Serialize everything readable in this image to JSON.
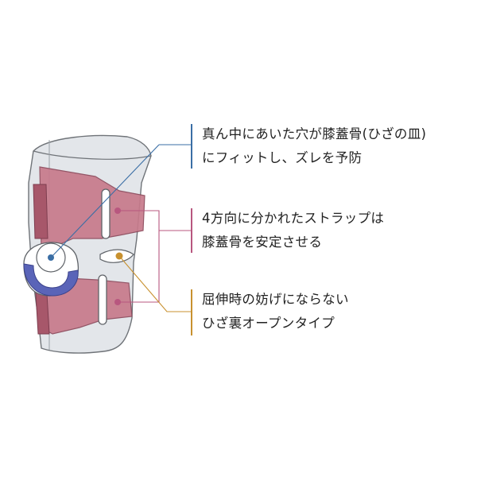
{
  "colors": {
    "brace_fill": "#e3e6ea",
    "brace_stroke": "#6f7378",
    "strap": "#c77a8b",
    "strap_dark": "#a7576a",
    "ring": "#5a64b8",
    "accent_blue": "#3a6ea5",
    "accent_pink": "#b8577f",
    "accent_gold": "#c8912f"
  },
  "callouts": [
    {
      "line1": "真ん中にあいた穴が膝蓋骨(ひざの皿)",
      "line2": "にフィットし、ズレを予防",
      "color": "#3a6ea5"
    },
    {
      "line1": "4方向に分かれたストラップは",
      "line2": "膝蓋骨を安定させる",
      "color": "#b8577f"
    },
    {
      "line1": "屈伸時の妨げにならない",
      "line2": "ひざ裏オープンタイプ",
      "color": "#c8912f"
    }
  ]
}
